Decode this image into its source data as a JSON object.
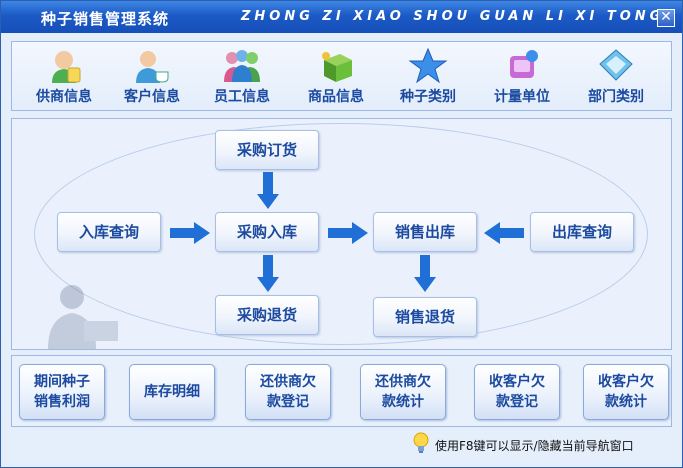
{
  "window": {
    "title": "种子销售管理系统",
    "pinyin": "ZHONG ZI XIAO SHOU GUAN LI XI TONG",
    "close_label": "✕"
  },
  "toolbar": {
    "items": [
      {
        "label": "供商信息",
        "icon": "supplier-icon"
      },
      {
        "label": "客户信息",
        "icon": "customer-icon"
      },
      {
        "label": "员工信息",
        "icon": "employee-icon"
      },
      {
        "label": "商品信息",
        "icon": "product-icon"
      },
      {
        "label": "种子类别",
        "icon": "star-icon"
      },
      {
        "label": "计量单位",
        "icon": "unit-icon"
      },
      {
        "label": "部门类别",
        "icon": "department-icon"
      }
    ]
  },
  "flow": {
    "purchase_order": "采购订货",
    "stock_in_query": "入库查询",
    "purchase_in": "采购入库",
    "sales_out": "销售出库",
    "stock_out_query": "出库查询",
    "purchase_return": "采购退货",
    "sales_return": "销售退货"
  },
  "bottom": {
    "btn1": {
      "l1": "期间种子",
      "l2": "销售利润"
    },
    "btn2": {
      "l1": "库存明细"
    },
    "btn3": {
      "l1": "还供商欠",
      "l2": "款登记"
    },
    "btn4": {
      "l1": "还供商欠",
      "l2": "款统计"
    },
    "btn5": {
      "l1": "收客户欠",
      "l2": "款登记"
    },
    "btn6": {
      "l1": "收客户欠",
      "l2": "款统计"
    }
  },
  "status": {
    "hint": "使用F8键可以显示/隐藏当前导航窗口",
    "icon": "lightbulb-icon"
  },
  "colors": {
    "title_bar": "#1c5ac6",
    "label_blue": "#1b4aa0",
    "arrow_blue": "#1f6fd6"
  }
}
